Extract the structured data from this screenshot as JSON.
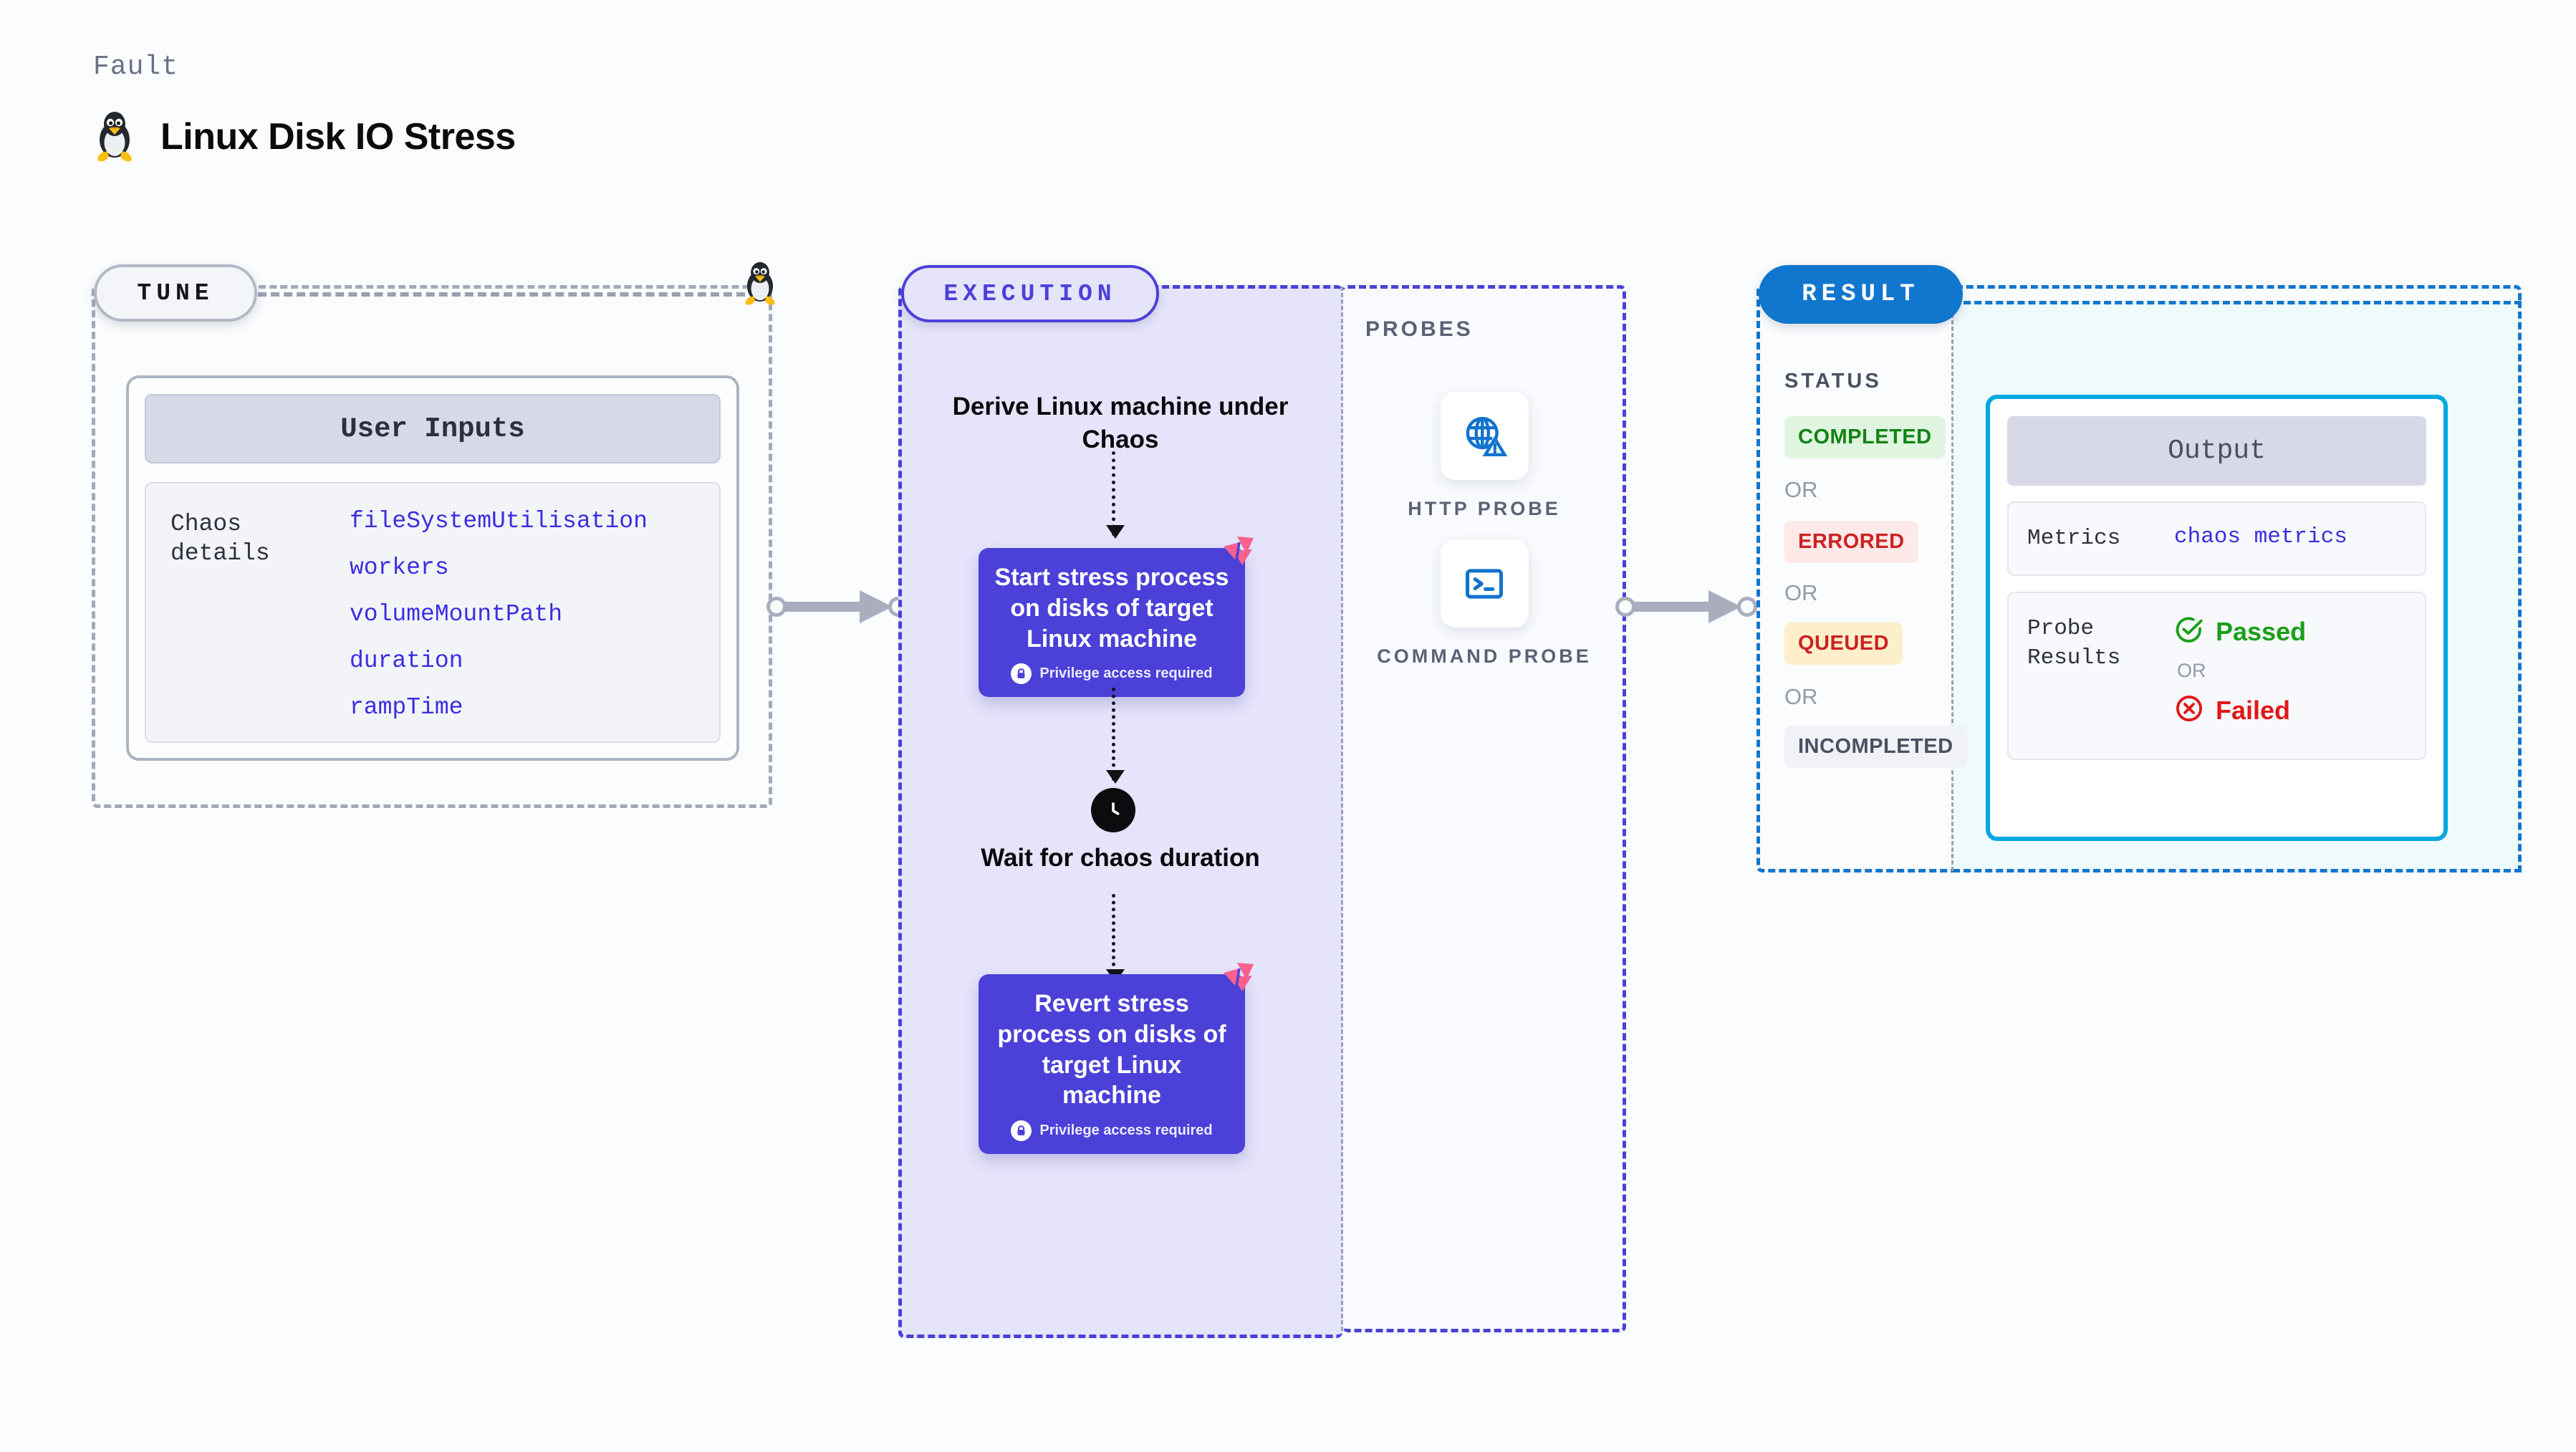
{
  "header": {
    "kicker": "Fault",
    "title": "Linux Disk IO Stress",
    "icon": "linux-penguin-icon"
  },
  "tune": {
    "pill_label": "TUNE",
    "card": {
      "header": "User Inputs",
      "row_label": "Chaos details",
      "values": [
        "fileSystemUtilisation",
        "workers",
        "volumeMountPath",
        "duration",
        "rampTime"
      ]
    }
  },
  "execution": {
    "pill_label": "EXECUTION",
    "steps": {
      "derive": "Derive Linux machine under Chaos",
      "start_task": {
        "title": "Start stress process on disks of target Linux machine",
        "privilege": "Privilege access required"
      },
      "wait": "Wait for chaos duration",
      "revert_task": {
        "title": "Revert stress process on disks of target Linux machine",
        "privilege": "Privilege access required"
      }
    }
  },
  "probes": {
    "title": "PROBES",
    "items": [
      {
        "label": "HTTP PROBE",
        "icon": "globe-warning-icon"
      },
      {
        "label": "COMMAND PROBE",
        "icon": "terminal-icon"
      }
    ]
  },
  "result": {
    "pill_label": "RESULT",
    "status_title": "STATUS",
    "or_label": "OR",
    "statuses": [
      {
        "label": "COMPLETED",
        "bg": "#dff5e0",
        "fg": "#138214"
      },
      {
        "label": "ERRORED",
        "bg": "#fce9e8",
        "fg": "#cc2122"
      },
      {
        "label": "QUEUED",
        "bg": "#fdefc9",
        "fg": "#cc2122"
      },
      {
        "label": "INCOMPLETED",
        "bg": "#f1f2f7",
        "fg": "#4a5060"
      }
    ],
    "output": {
      "header": "Output",
      "metrics_key": "Metrics",
      "metrics_value": "chaos metrics",
      "probe_key": "Probe Results",
      "passed_label": "Passed",
      "failed_label": "Failed",
      "or_label": "OR"
    }
  },
  "colors": {
    "page_bg": "#fbfcfe",
    "tune_border": "#a3a9b8",
    "execution_accent": "#4b40d8",
    "execution_bg": "#e6e4fb",
    "result_accent": "#1176ce",
    "result_inner_bg": "#effafd",
    "output_border": "#03a8e0",
    "litmus_pink": "#f8618f",
    "mono_value": "#3b2ee0",
    "connector_gray": "#a9adbe"
  }
}
